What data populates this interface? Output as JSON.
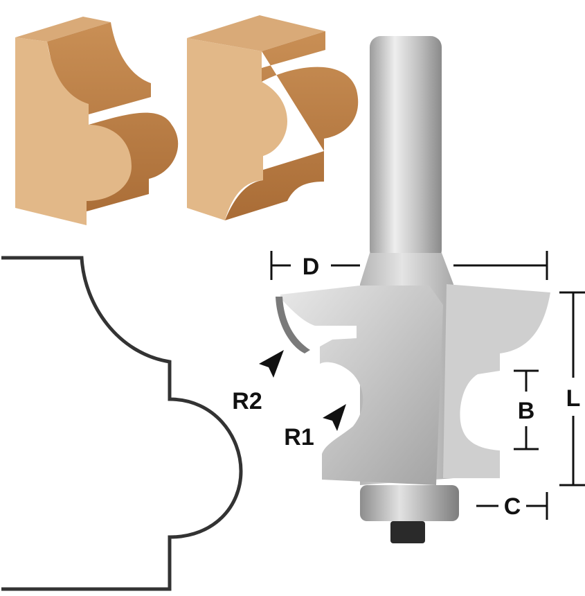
{
  "labels": {
    "d": "D",
    "l": "L",
    "b": "B",
    "c": "C",
    "r1": "R1",
    "r2": "R2"
  },
  "colors": {
    "wood_light": "#e2b888",
    "wood_mid": "#c98f55",
    "wood_dark": "#9a6130",
    "steel_light": "#e6e6e6",
    "steel_mid": "#b9b9b9",
    "steel_dark": "#7e7e7e",
    "line": "#111111"
  },
  "icons": {
    "arrow_r1": "arrow-pointer-icon",
    "arrow_r2": "arrow-pointer-icon"
  }
}
